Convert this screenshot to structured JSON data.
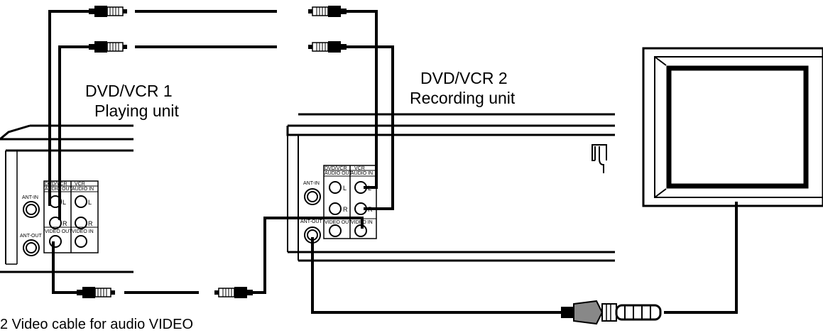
{
  "units": {
    "playing": {
      "name": "DVD/VCR 1",
      "role": "Playing unit"
    },
    "recording": {
      "name": "DVD/VCR 2",
      "role": "Recording unit"
    }
  },
  "panel_labels": {
    "dvd_vcr": "DVD/VCR",
    "vcr": "VCR",
    "audio_out": "AUDIO OUT",
    "audio_in": "AUDIO IN",
    "video_out": "VIDEO OUT",
    "video_in": "VIDEO IN",
    "ant_in": "ANT-IN",
    "ant_out": "ANT-OUT",
    "left": "L",
    "right": "R"
  },
  "caption": "2 Video cable for audio VIDEO",
  "colors": {
    "line": "#000000",
    "background": "#ffffff",
    "screen": "#ffffff"
  },
  "icons": [
    "rca-plug-icon",
    "coax-plug-icon",
    "tv-icon",
    "jack-icon"
  ]
}
